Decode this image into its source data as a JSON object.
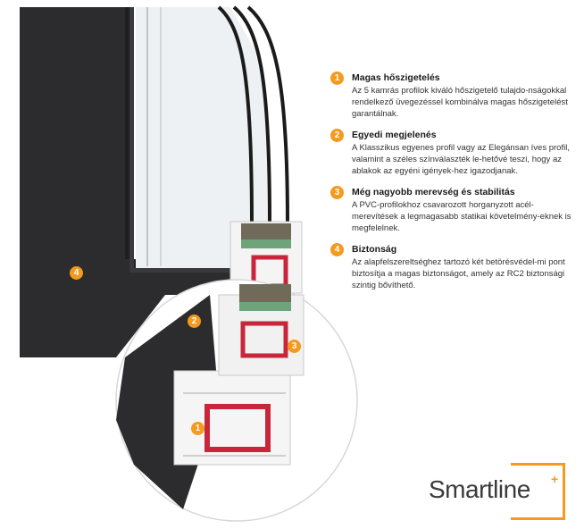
{
  "features": [
    {
      "num": "1",
      "title": "Magas hőszigetelés",
      "desc": "Az 5 kamrás profilok kiváló hőszigetelő tulajdo-nságokkal rendelkező üvegezéssel kombinálva magas hőszigetelést garantálnak."
    },
    {
      "num": "2",
      "title": "Egyedi megjelenés",
      "desc": "A Klasszikus egyenes profil vagy az Elegánsan íves profil, valamint a széles színválaszték le-hetővé teszi, hogy az ablakok az egyéni igények-hez igazodjanak."
    },
    {
      "num": "3",
      "title": "Még nagyobb merevség és stabilitás",
      "desc": "A PVC-profilokhoz csavarozott horganyzott acél-merevítések a legmagasabb statikai követelmény-eknek is megfelelnek."
    },
    {
      "num": "4",
      "title": "Biztonság",
      "desc": "Az alapfelszereltséghez tartozó két betörésvédel-mi pont biztosítja a magas biztonságot, amely az RC2 biztonsági szintig bővíthető."
    }
  ],
  "markers": [
    "4",
    "2",
    "3",
    "1"
  ],
  "logo": {
    "word": "Smartline",
    "plus": "+"
  },
  "colors": {
    "accent": "#f39a1f",
    "frame": "#2b2b2d",
    "seal": "#6fa37a",
    "steel": "#c8263a"
  }
}
